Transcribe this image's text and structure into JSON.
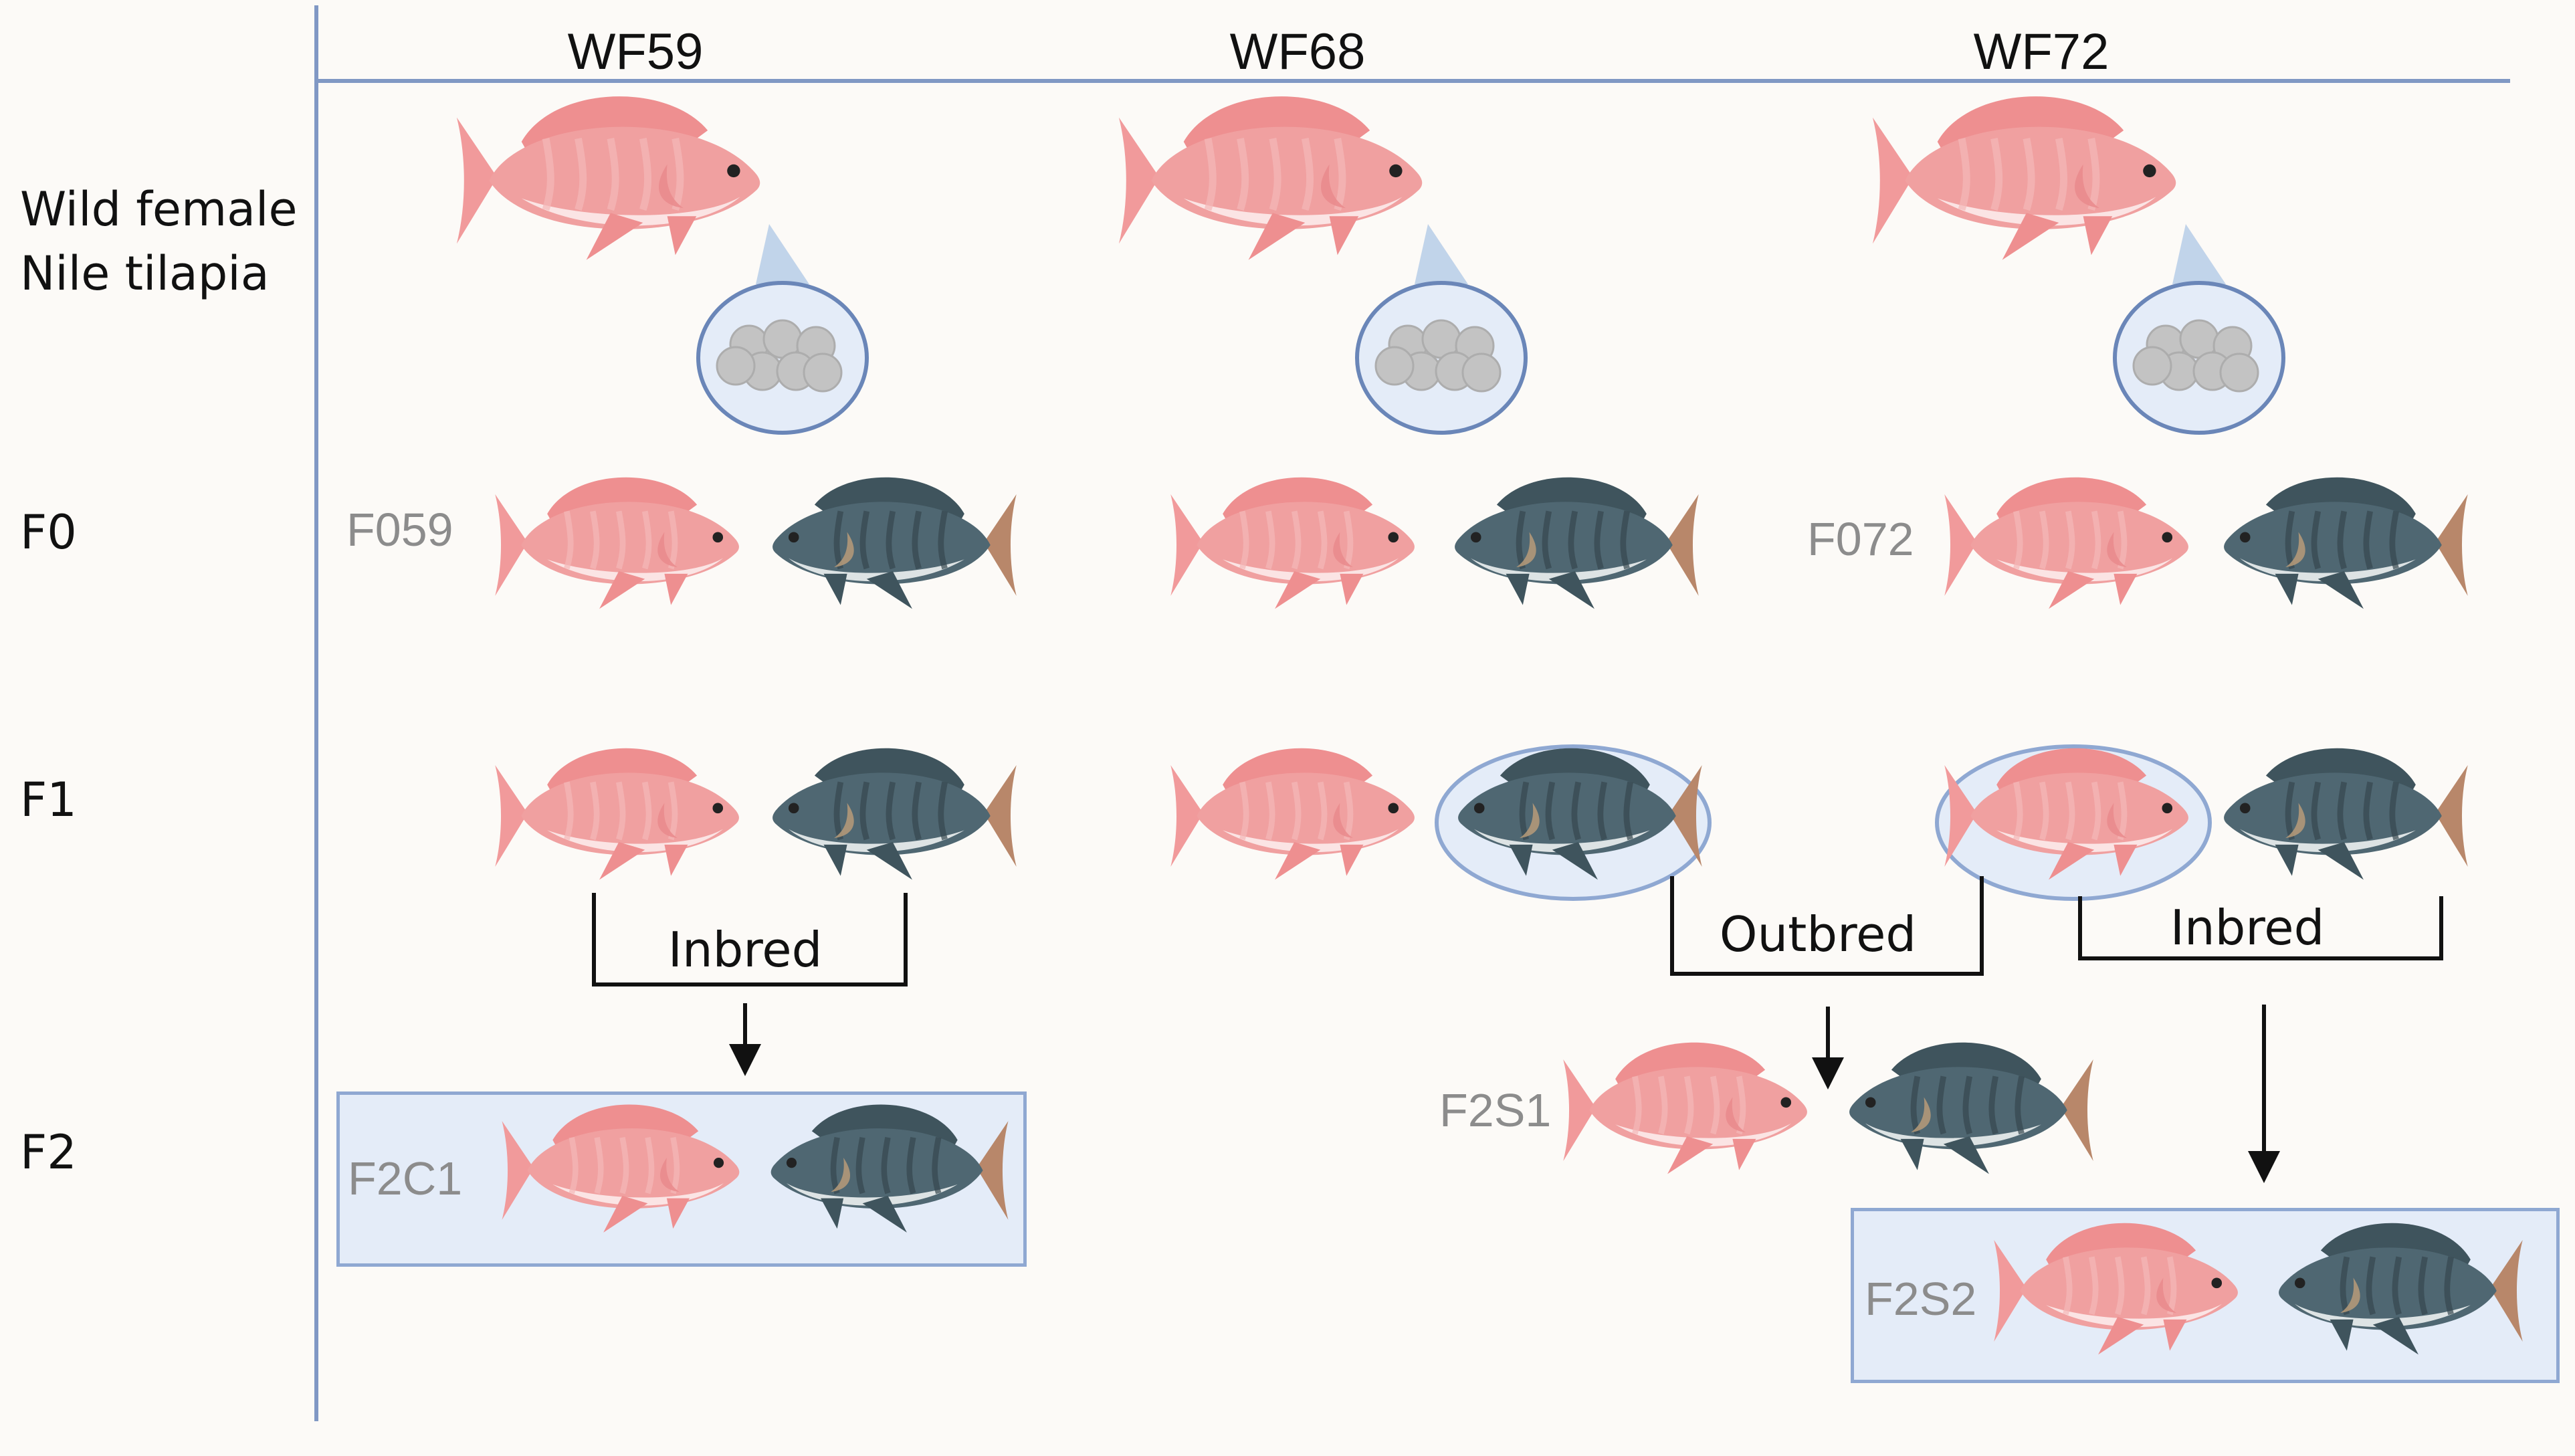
{
  "columns": [
    "WF59",
    "WF68",
    "WF72"
  ],
  "rows": {
    "wild_line1": "Wild female",
    "wild_line2": "Nile tilapia",
    "f0": "F0",
    "f1": "F1",
    "f2": "F2"
  },
  "strains": {
    "f059": "F059",
    "f072": "F072",
    "f2c1": "F2C1",
    "f2s1": "F2S1",
    "f2s2": "F2S2"
  },
  "crosses": {
    "inbred_left": "Inbred",
    "outbred": "Outbred",
    "inbred_right": "Inbred"
  },
  "colors": {
    "red_fish": "#f0a0a0",
    "dark_fish": "#4f6772",
    "grid_line": "#8098c4",
    "highlight_fill": "#e4ecf8",
    "label_grey": "#8c8c8c"
  },
  "icons": [
    "red-tilapia-icon",
    "dark-tilapia-icon",
    "egg-cluster-icon",
    "arrow-down-icon"
  ]
}
